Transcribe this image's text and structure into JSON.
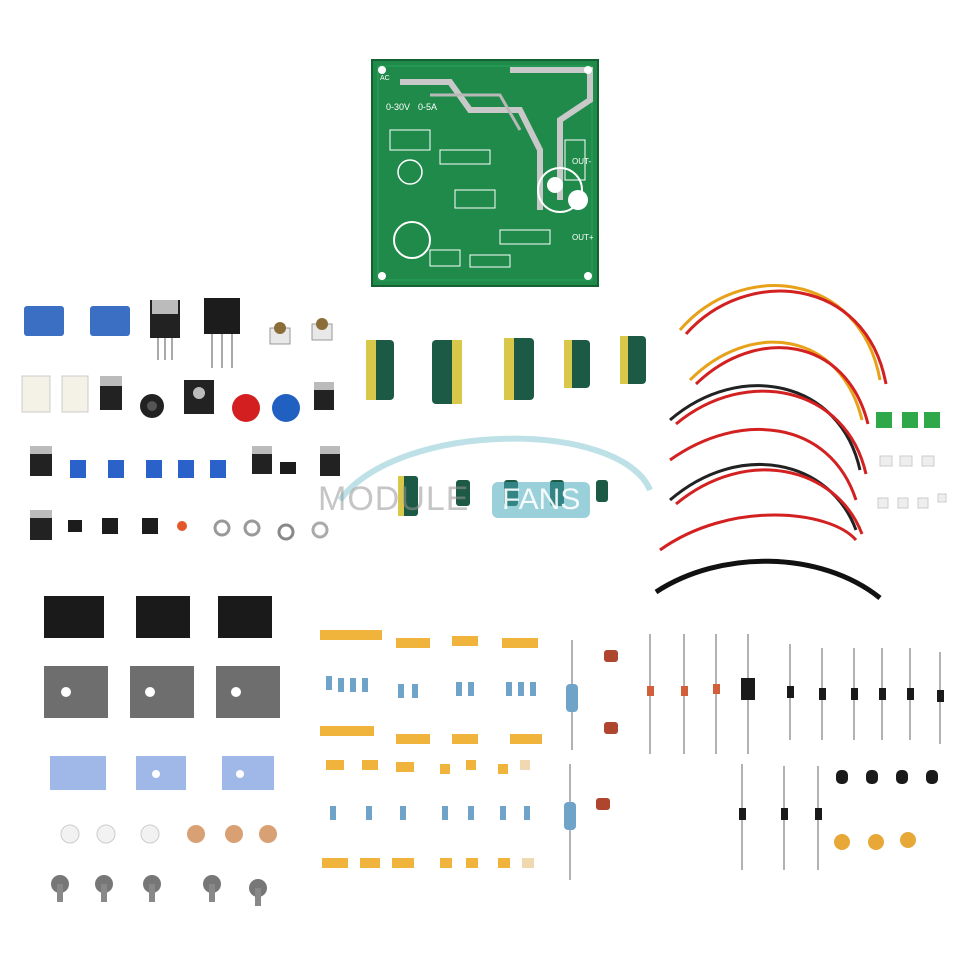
{
  "image": {
    "background": "#ffffff",
    "description_colors": {
      "pcb_green": "#1f8a4a",
      "capacitor_green": "#1d5a45",
      "resistor_blue": "#6fa3c8",
      "tape_yellow": "#f0b43c",
      "heatsink_black": "#1a1a1a",
      "insulator_gray": "#6e6e6e",
      "silpad_blue": "#9fb8e8"
    }
  },
  "watermark": {
    "left_text": "MODULE",
    "right_text": "FANS",
    "accent": "#46aab9"
  },
  "pcb": {
    "labels": {
      "voltage": "0-30V",
      "current": "0-5A",
      "out_minus": "OUT-",
      "out_plus": "OUT+",
      "ac": "AC"
    }
  }
}
